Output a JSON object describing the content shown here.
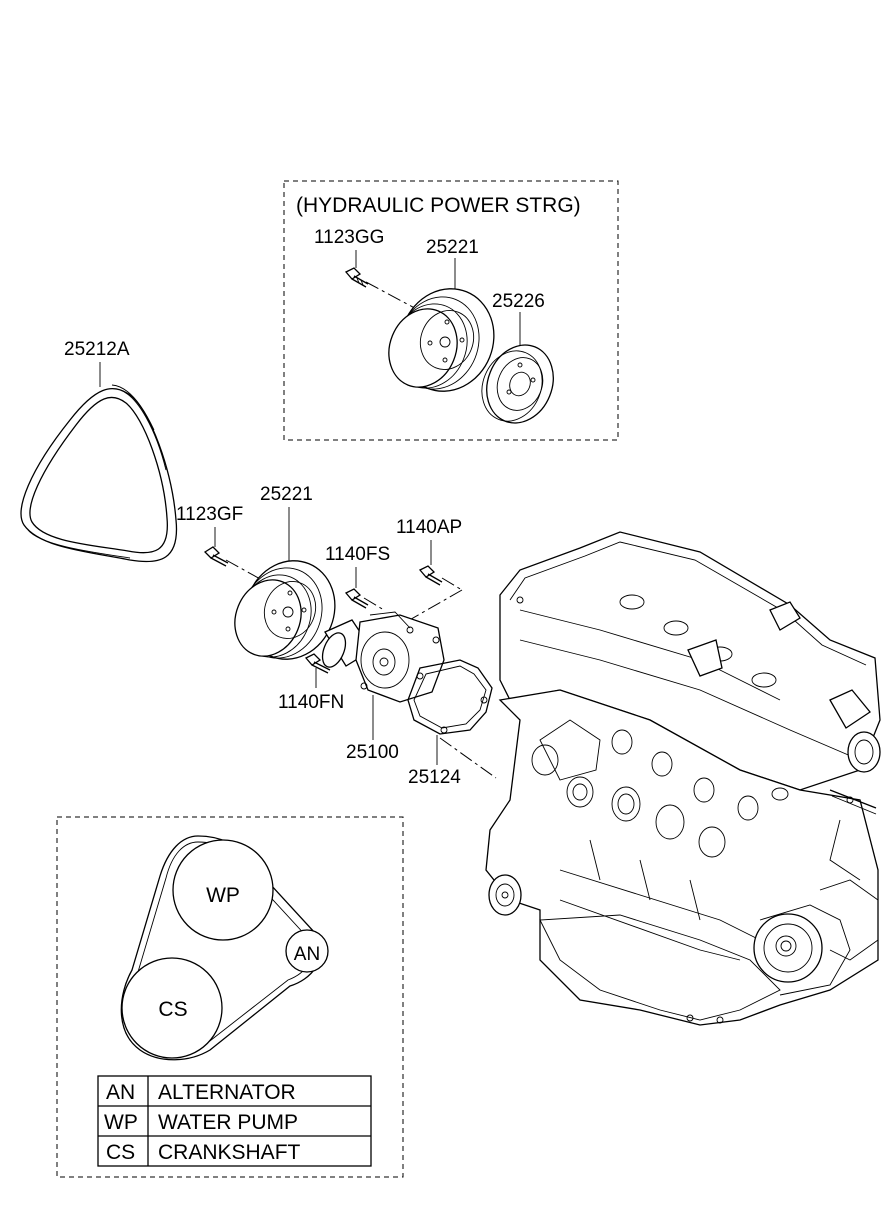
{
  "power_steering_box": {
    "title": "(HYDRAULIC POWER STRG)",
    "parts": [
      "1123GG",
      "25221",
      "25226"
    ]
  },
  "part_labels": {
    "belt": "25212A",
    "pump_bolt": "1123GF",
    "pump_pulley": "25221",
    "stud_ap": "1140AP",
    "bolt_fs": "1140FS",
    "bolt_fn": "1140FN",
    "water_pump": "25100",
    "gasket": "25124"
  },
  "belt_routing": {
    "pulleys": [
      "WP",
      "AN",
      "CS"
    ],
    "legend": [
      {
        "code": "AN",
        "name": "ALTERNATOR"
      },
      {
        "code": "WP",
        "name": "WATER PUMP"
      },
      {
        "code": "CS",
        "name": "CRANKSHAFT"
      }
    ]
  }
}
